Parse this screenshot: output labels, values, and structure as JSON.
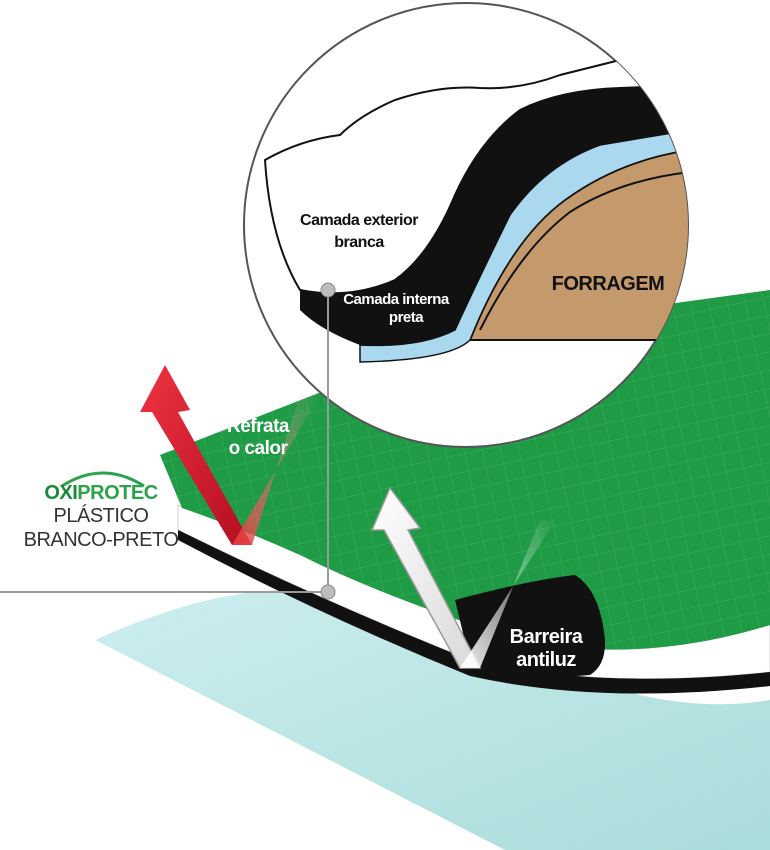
{
  "labels": {
    "outer_white": "Camada exterior branca",
    "outer_white_line1": "Camada exterior",
    "outer_white_line2": "branca",
    "inner_black_line1": "Camada interna",
    "inner_black_line2": "preta",
    "forage": "FORRAGEM",
    "refract_line1": "Refrata",
    "refract_line2": "o calor",
    "barrier_line1": "Barreira",
    "barrier_line2": "antiluz"
  },
  "brand": {
    "part1": "OXI",
    "part2": "PROTEC",
    "product_line1": "PLÁSTICO",
    "product_line2": "BRANCO-PRETO"
  },
  "colors": {
    "green_sheet": "#1f9a45",
    "forage": "#c49a6c",
    "blue_film": "#a9d8ef",
    "red_arrow": "#d2142a",
    "teal_sheet": "#bfe6e6",
    "black_layer": "#111111"
  }
}
